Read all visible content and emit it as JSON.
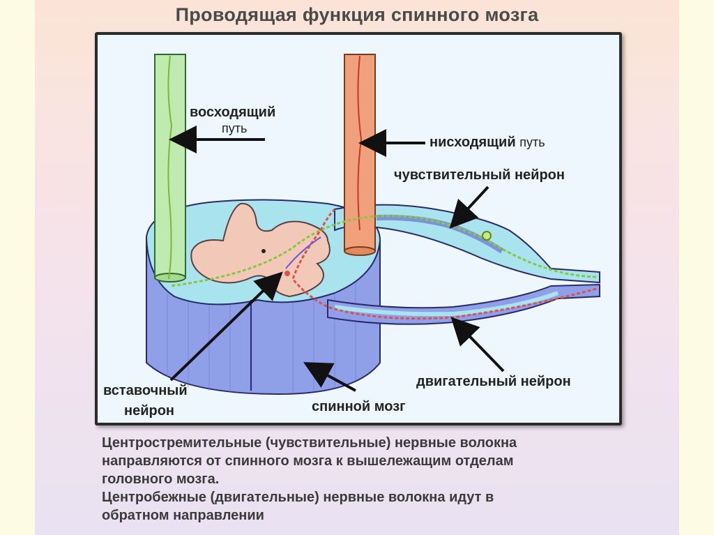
{
  "title": "Проводящая функция спинного мозга",
  "labels": {
    "ascending_1": "восходящий",
    "ascending_2": "путь",
    "descending_1": "нисходящий",
    "descending_2": "путь",
    "sensory_neuron": "чувствительный нейрон",
    "motor_neuron": "двигательный нейрон",
    "interneuron_1": "вставочный",
    "interneuron_2": "нейрон",
    "spinal_cord": "спинной мозг"
  },
  "caption": {
    "line1": "Центростремительные (чувствительные) нервные волокна",
    "line2": "направляются от спинного мозга к вышележащим отделам",
    "line3": "головного мозга.",
    "line4": "Центробежные (двигательные) нервные волокна идут в",
    "line5": "обратном направлении"
  },
  "colors": {
    "ascending_tract": "#bfeab0",
    "descending_tract": "#f0a07a",
    "white_matter_top": "#a8e3ee",
    "white_matter_side": "#8f9fe8",
    "grey_matter": "#f2c9b8",
    "sensory_fiber": "#8cc63f",
    "motor_fiber": "#d9534f",
    "arrow": "#111111"
  }
}
